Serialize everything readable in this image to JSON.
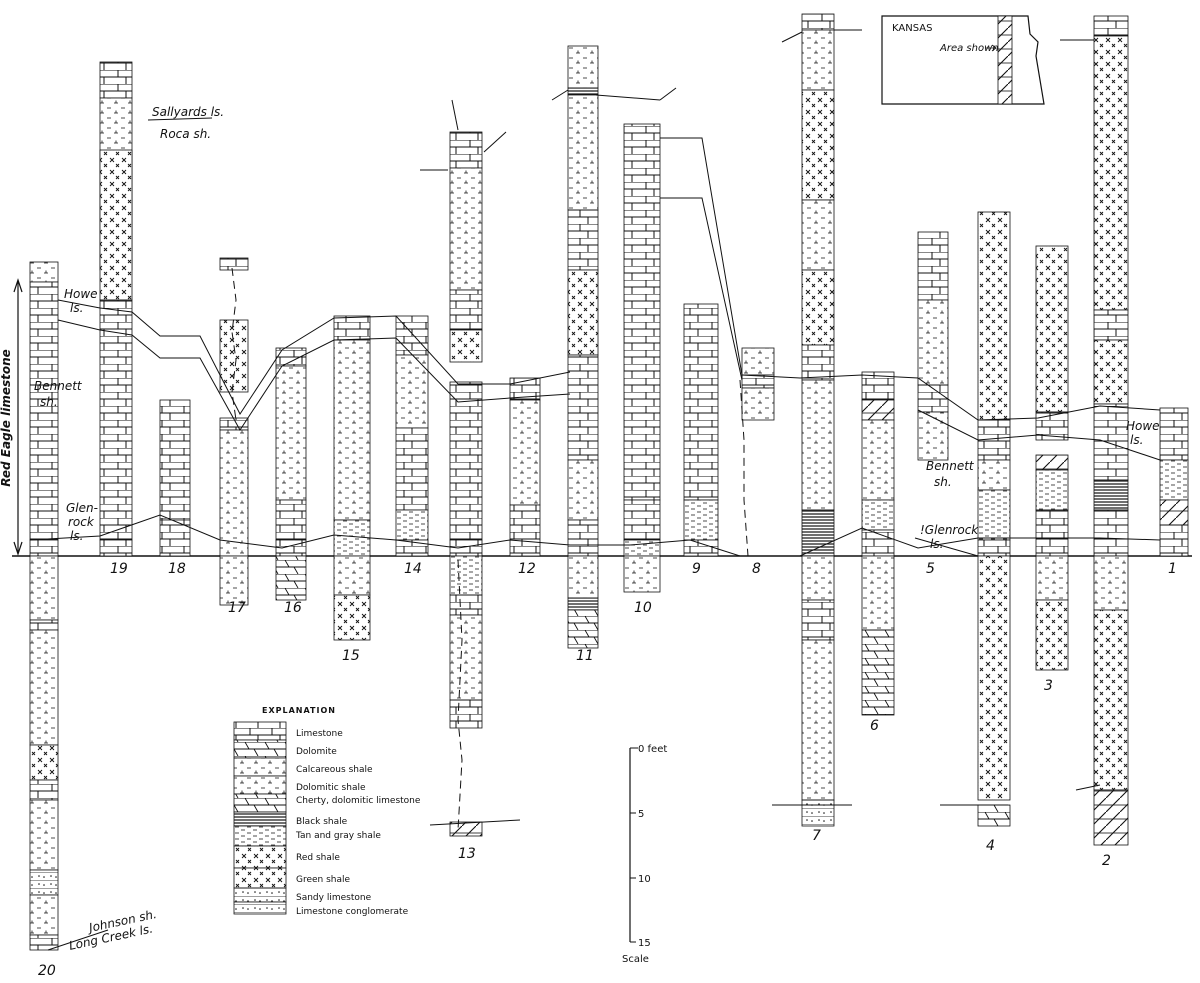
{
  "diagram": {
    "vertical_label": "Red Eagle limestone",
    "formation_labels": {
      "sallyards": "Sallyards ls.",
      "roca": "Roca sh.",
      "howe_left_1": "Howe",
      "howe_left_2": "ls.",
      "bennett_left_1": "Bennett",
      "bennett_left_2": "sh.",
      "glenrock_left_1": "Glen-",
      "glenrock_left_2": "rock",
      "glenrock_left_3": "ls.",
      "bennett_right_1": "Bennett",
      "bennett_right_2": "sh.",
      "glenrock_right_1": "!Glenrock",
      "glenrock_right_2": "ls.",
      "howe_right_1": "Howe",
      "howe_right_2": "ls.",
      "johnson": "Johnson sh.",
      "long_creek": "Long Creek ls."
    },
    "section_numbers": [
      "20",
      "19",
      "18",
      "17",
      "16",
      "15",
      "14",
      "13",
      "12",
      "11",
      "10",
      "9",
      "8",
      "7",
      "6",
      "5",
      "4",
      "3",
      "2",
      "1"
    ],
    "inset_map": {
      "state": "KANSAS",
      "area_label": "Area shown"
    },
    "explanation": {
      "title": "EXPLANATION",
      "items": [
        "Limestone",
        "Dolomite",
        "Calcareous shale",
        "Dolomitic shale",
        "Cherty, dolomitic limestone",
        "Black shale",
        "Tan and gray shale",
        "Red shale",
        "Green shale",
        "Sandy limestone",
        "Limestone conglomerate"
      ]
    },
    "scale": {
      "unit_label": "0 feet",
      "ticks": [
        "5",
        "10",
        "15"
      ],
      "caption": "Scale"
    }
  }
}
